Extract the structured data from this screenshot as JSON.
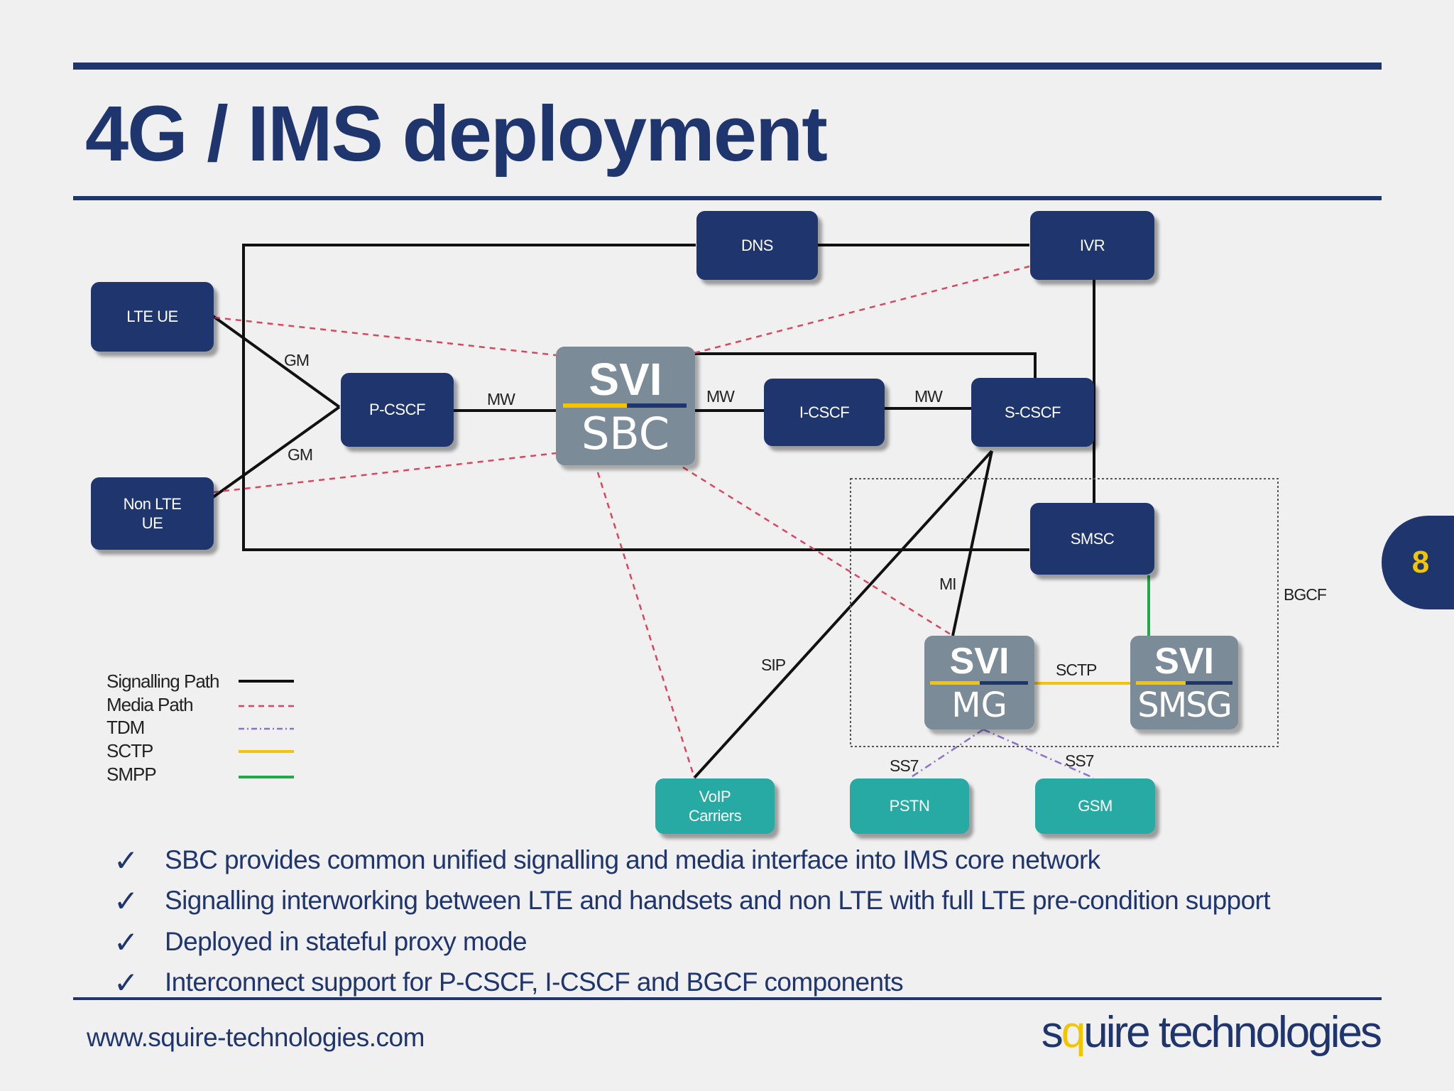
{
  "slide": {
    "title": "4G / IMS deployment",
    "page_number": "8"
  },
  "diagram": {
    "nodes": {
      "lte_ue": "LTE UE",
      "non_lte_ue": "Non LTE\nUE",
      "p_cscf": "P-CSCF",
      "dns": "DNS",
      "ivr": "IVR",
      "i_cscf": "I-CSCF",
      "s_cscf": "S-CSCF",
      "smsc": "SMSC",
      "voip": "VoIP\nCarriers",
      "pstn": "PSTN",
      "gsm": "GSM"
    },
    "svi_boxes": {
      "sbc": {
        "top": "SVI",
        "bottom": "SBC"
      },
      "mg": {
        "top": "SVI",
        "bottom": "MG"
      },
      "smsg": {
        "top": "SVI",
        "bottom": "SMSG"
      }
    },
    "edge_labels": {
      "gm_top": "GM",
      "gm_bottom": "GM",
      "mw_1": "MW",
      "mw_2": "MW",
      "mw_3": "MW",
      "mi": "MI",
      "sip": "SIP",
      "sctp": "SCTP",
      "ss7_left": "SS7",
      "ss7_right": "SS7",
      "bgcf": "BGCF"
    },
    "legend": [
      {
        "label": "Signalling Path",
        "color": "#111111",
        "style": "solid"
      },
      {
        "label": "Media Path",
        "color": "#d8475f",
        "style": "dashed"
      },
      {
        "label": "TDM",
        "color": "#8a6fd0",
        "style": "dash-dot"
      },
      {
        "label": "SCTP",
        "color": "#f2c500",
        "style": "solid"
      },
      {
        "label": "SMPP",
        "color": "#1faa4a",
        "style": "solid"
      }
    ]
  },
  "bullets": [
    "SBC provides common unified  signalling and media interface into IMS core network",
    "Signalling interworking between LTE and handsets and non LTE with full LTE pre-condition support",
    "Deployed in stateful proxy mode",
    "Interconnect support for P-CSCF, I-CSCF and BGCF components"
  ],
  "footer": {
    "url": "www.squire-technologies.com",
    "brand_prefix": "s",
    "brand_accent": "q",
    "brand_suffix": "uire technologies"
  }
}
